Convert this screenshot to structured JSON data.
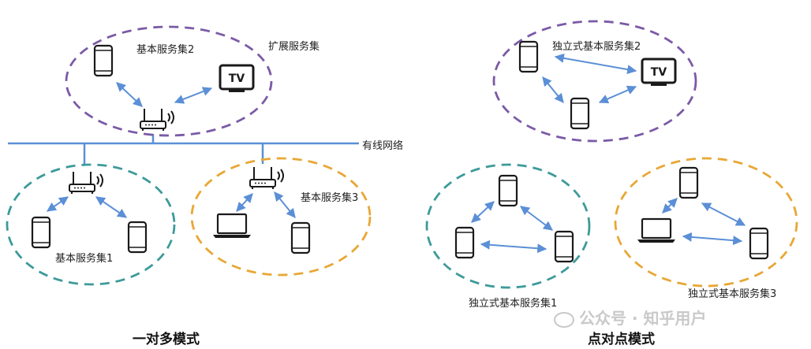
{
  "left": {
    "bss2_label": "基本服务集2",
    "ess_label": "扩展服务集",
    "wired_label": "有线网络",
    "bss1_label": "基本服务集1",
    "bss3_label": "基本服务集3",
    "title": "一对多模式"
  },
  "right": {
    "ibss2_label": "独立式基本服务集2",
    "ibss1_label": "独立式基本服务集1",
    "ibss3_label": "独立式基本服务集3",
    "title": "点对点模式"
  },
  "devices": {
    "tv_text": "TV"
  },
  "watermark": {
    "text": "公众号 · 知乎用户"
  },
  "colors": {
    "purple": "#7b5aa6",
    "teal": "#3d9a9a",
    "orange": "#e8a735",
    "link_blue": "#5b8fd6",
    "wired_blue": "#5b8fd6",
    "device": "#1a1a1a"
  }
}
